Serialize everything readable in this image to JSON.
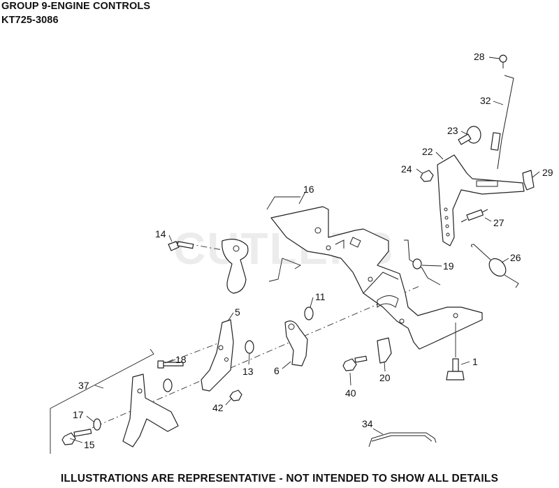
{
  "header": {
    "line1": "GROUP 9-ENGINE CONTROLS",
    "line2": "KT725-3086"
  },
  "watermark": "CUTLERS",
  "footer": "ILLUSTRATIONS ARE REPRESENTATIVE - NOT INTENDED TO SHOW ALL DETAILS",
  "callouts": {
    "c1": "1",
    "c5": "5",
    "c6": "6",
    "c11": "11",
    "c13": "13",
    "c14": "14",
    "c15": "15",
    "c16": "16",
    "c17": "17",
    "c18": "18",
    "c19": "19",
    "c20": "20",
    "c22": "22",
    "c23": "23",
    "c24": "24",
    "c26": "26",
    "c27": "27",
    "c28": "28",
    "c29": "29",
    "c32": "32",
    "c34": "34",
    "c37": "37",
    "c40": "40",
    "c42": "42"
  }
}
